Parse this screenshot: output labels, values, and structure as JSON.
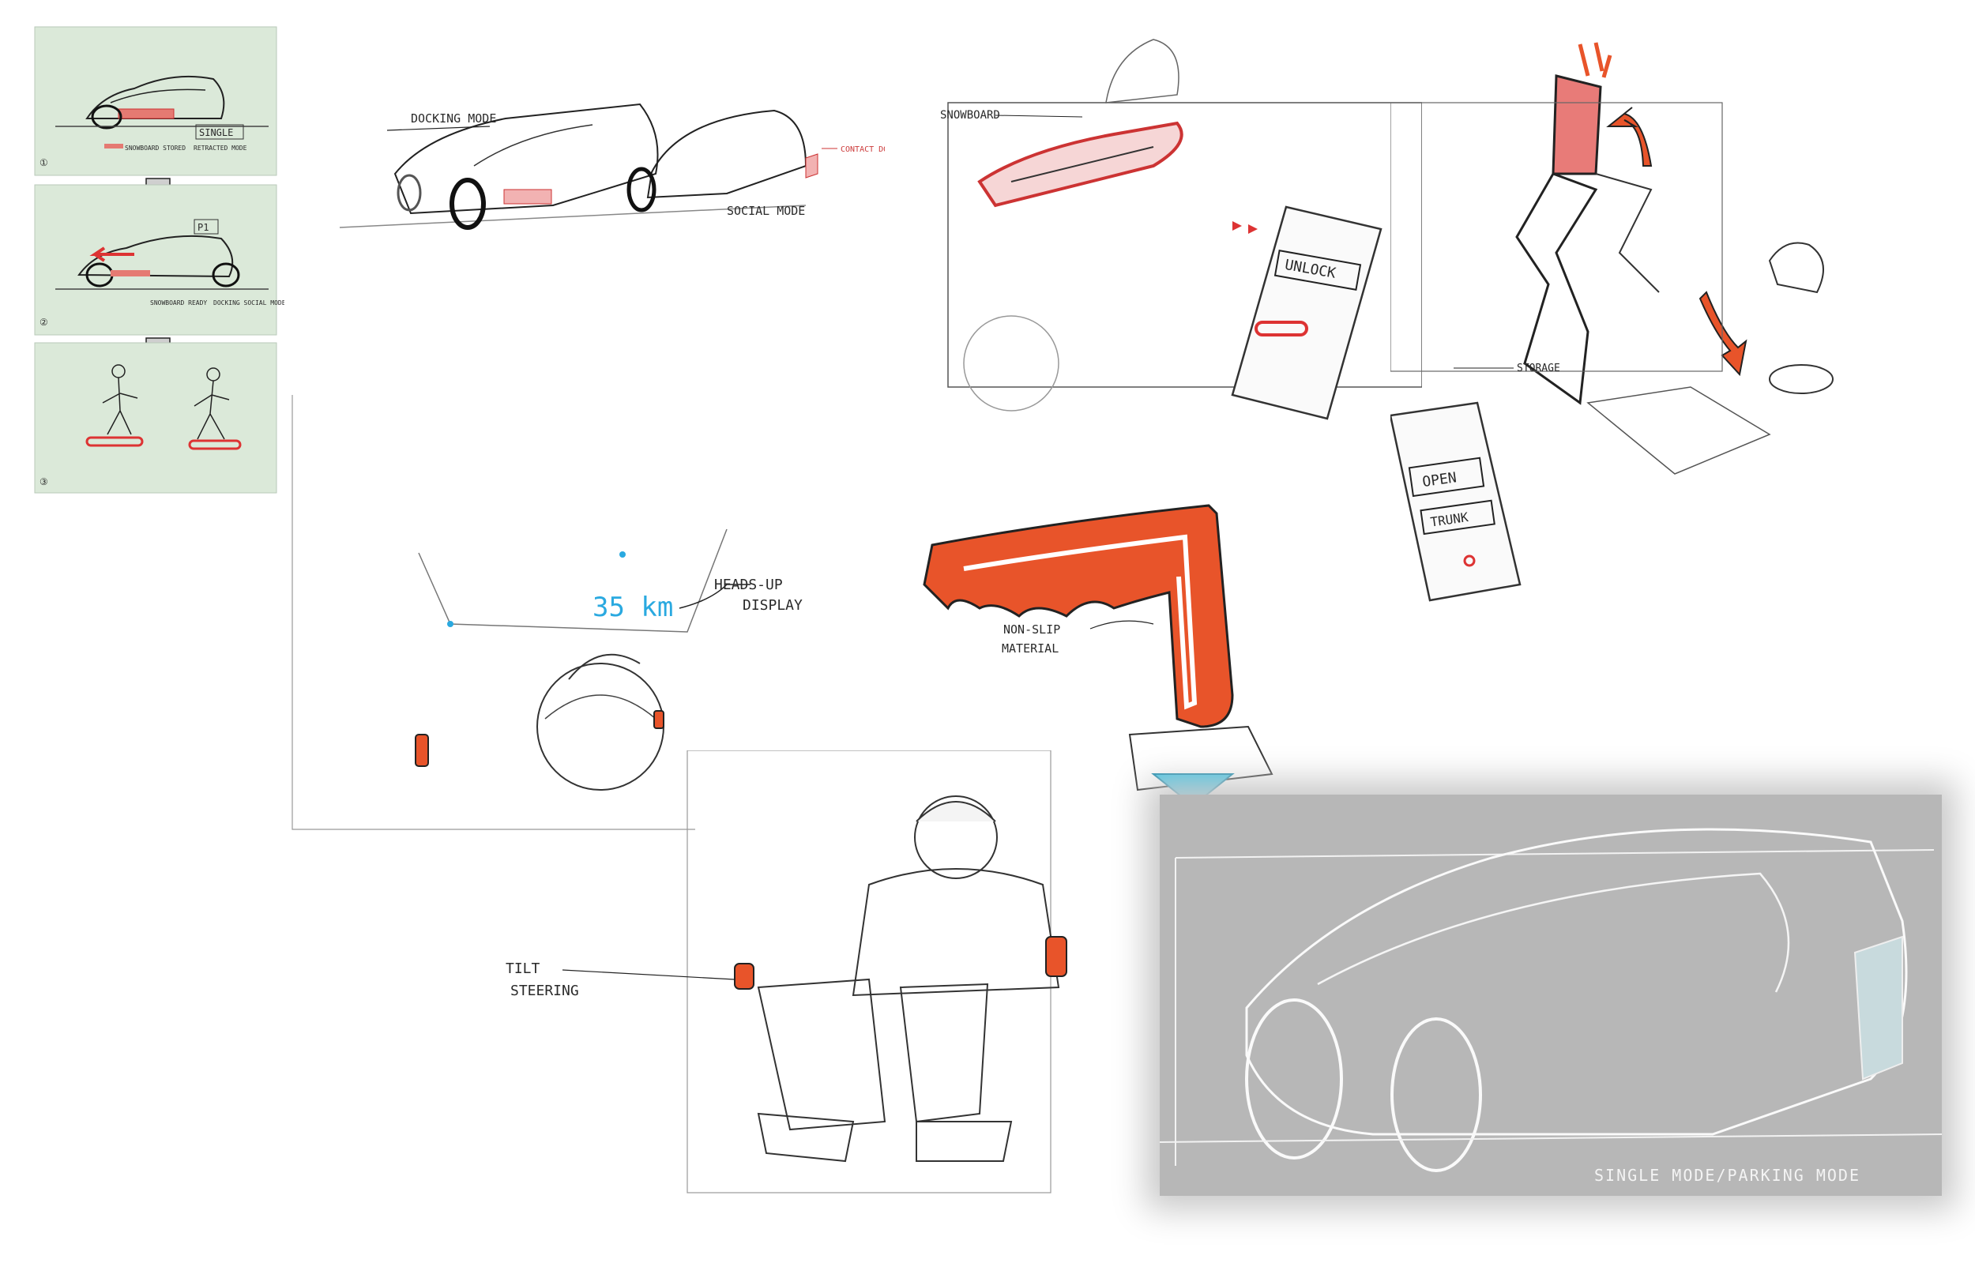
{
  "storyboard": {
    "frame1": {
      "step": "①",
      "label_single": "SINGLE",
      "label_mode": "RETRACTED MODE",
      "label_snow": "SNOWBOARD STORED"
    },
    "frame2": {
      "step": "②",
      "tag": "P1",
      "label_snow": "SNOWBOARD READY",
      "label_dock": "DOCKING SOCIAL MODE"
    },
    "frame3": {
      "step": "③"
    }
  },
  "docking": {
    "docking_mode": "DOCKING MODE",
    "contact_pad": "CONTACT DOCKING PAD",
    "social_mode": "SOCIAL MODE"
  },
  "snowboard": {
    "label": "SNOWBOARD",
    "phone_button": "UNLOCK"
  },
  "storage": {
    "label": "STORAGE",
    "phone_line1": "OPEN",
    "phone_line2": "TRUNK"
  },
  "hud": {
    "speed": "35 km",
    "label_line1": "HEADS-UP",
    "label_line2": "DISPLAY"
  },
  "grip": {
    "label_line1": "NON-SLIP",
    "label_line2": "MATERIAL"
  },
  "tilt": {
    "label_line1": "TILT",
    "label_line2": "STEERING"
  },
  "render": {
    "caption": "SINGLE MODE/PARKING MODE"
  },
  "colors": {
    "accent_orange": "#e8542a",
    "marker_red": "#d9453c",
    "hud_blue": "#2aa9e0",
    "panel_gray": "#b7b7b7",
    "paper_green": "#dbe9d9"
  }
}
